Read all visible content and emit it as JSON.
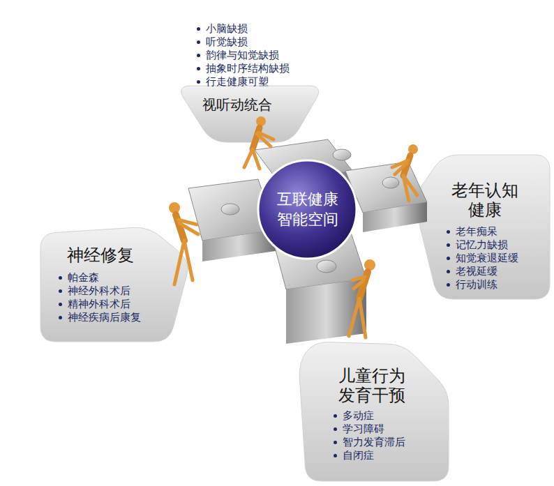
{
  "diagram": {
    "nodes": [
      {
        "text": [
          "小脑缺损",
          "听觉缺损",
          "韵律与知觉缺损",
          "抽象时序结构缺损",
          "行走健康可塑",
          "视听动统合"
        ]
      },
      {
        "text": [
          "互联健康 智能空间"
        ]
      },
      {
        "text": [
          "老年认知 健康",
          "老年痴呆",
          "记忆力缺损",
          "知觉衰退延缓",
          "老视延缓",
          "行动训练"
        ]
      },
      {
        "text": [
          "神经修复",
          "帕金森",
          "神经外科术后",
          "精神外科术后",
          "神经疾病后康复"
        ]
      },
      {
        "text": [
          "儿童行为 发育干预",
          "多动症",
          "学习障碍",
          "智力发育滞后",
          "自闭症"
        ]
      }
    ]
  }
}
